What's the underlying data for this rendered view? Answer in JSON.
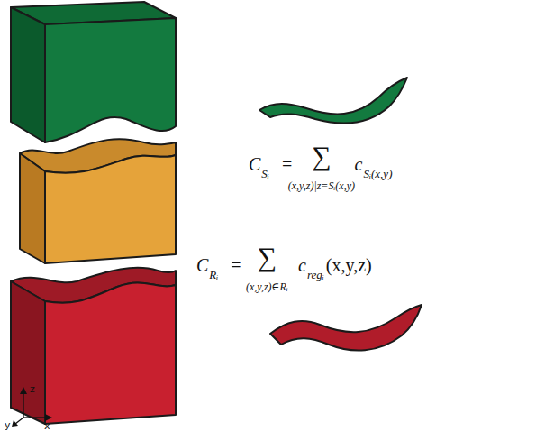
{
  "diagram": {
    "labels": [
      "C",
      "Sᵢ",
      "=",
      "∑",
      "(x,y,z)|z=Sᵢ(x,y)",
      "c",
      "Sᵢ(x,y)",
      "C",
      "Rᵢ",
      "=",
      "∑",
      "(x,y,z)∈Rᵢ",
      "c",
      "regᵢ",
      "(x,y,z)",
      "z",
      "y",
      "x"
    ]
  }
}
